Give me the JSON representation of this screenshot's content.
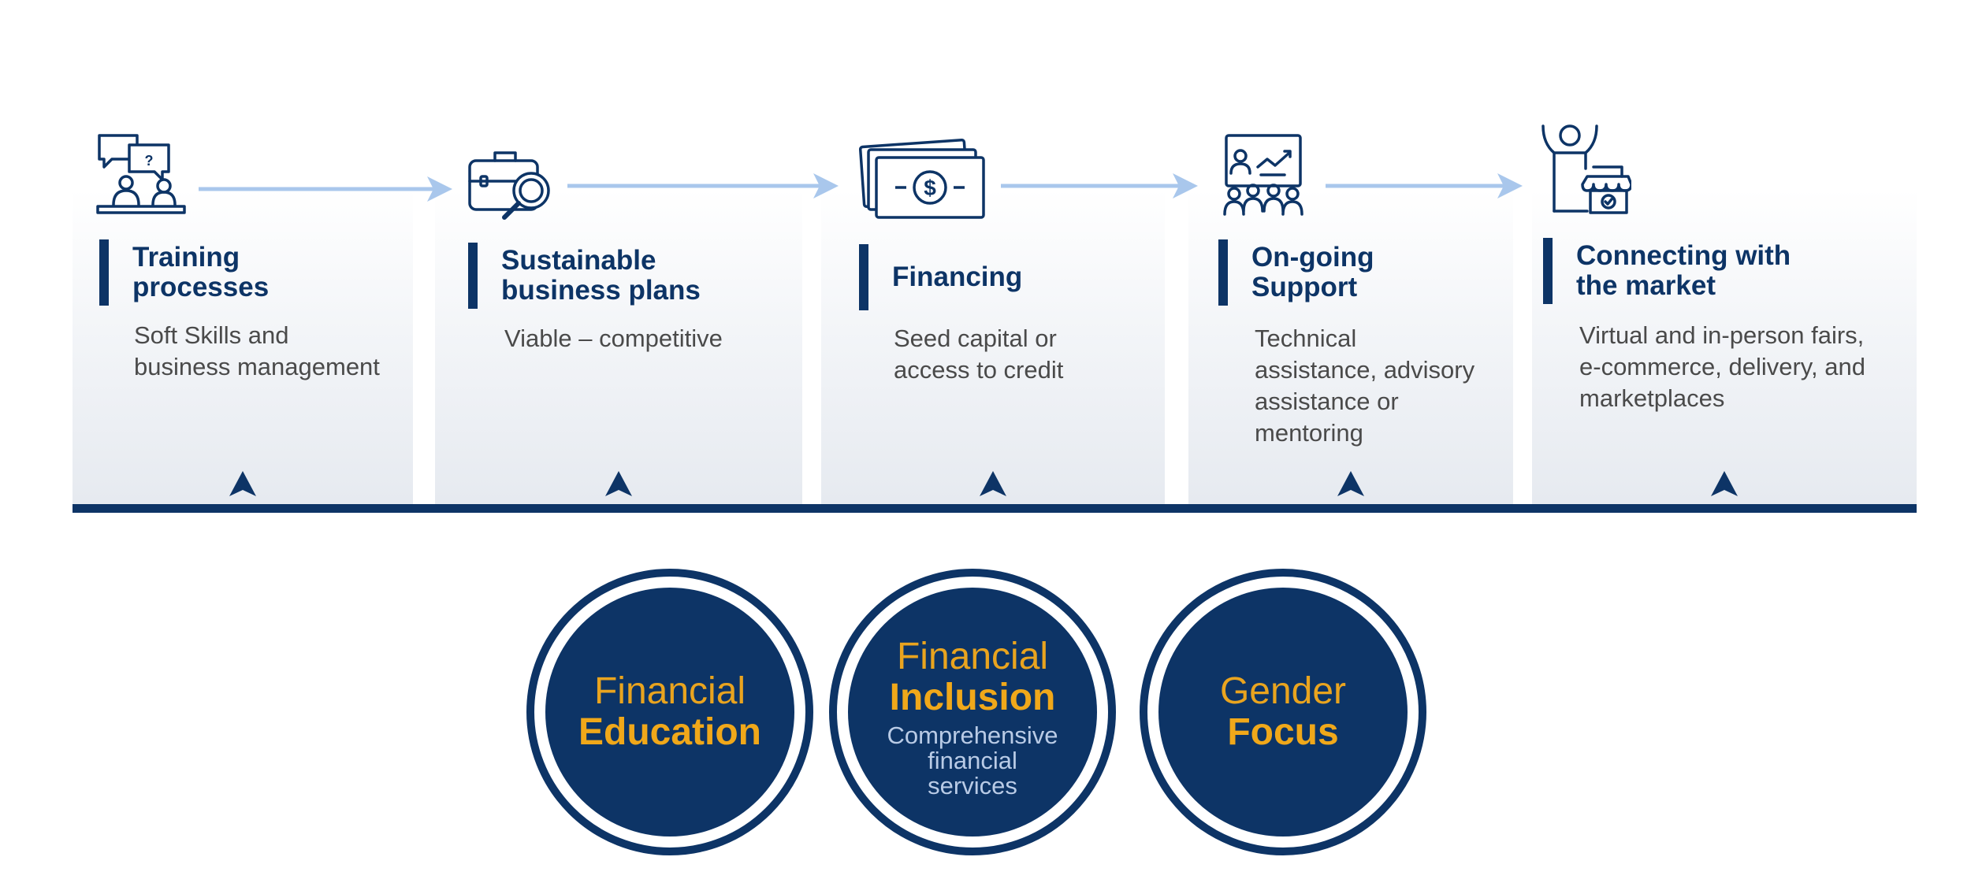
{
  "steps": [
    {
      "title": "Training\nprocesses",
      "description": "Soft Skills and\nbusiness management",
      "icon": "training-meeting-icon"
    },
    {
      "title": "Sustainable\nbusiness plans",
      "description": "Viable – competitive",
      "icon": "briefcase-magnifier-icon"
    },
    {
      "title": "Financing",
      "description": "Seed capital or\naccess to credit",
      "icon": "money-bills-icon"
    },
    {
      "title": "On-going\nSupport",
      "description": "Technical\nassistance, advisory\nassistance or\nmentoring",
      "icon": "presentation-group-icon"
    },
    {
      "title": "Connecting with\nthe market",
      "description": "Virtual and in-person fairs,\ne-commerce, delivery, and\nmarketplaces",
      "icon": "vendor-shop-icon"
    }
  ],
  "pillars": [
    {
      "light": "Financial",
      "bold": "Education",
      "sub": ""
    },
    {
      "light": "Financial",
      "bold": "Inclusion",
      "sub": "Comprehensive\nfinancial\nservices"
    },
    {
      "light": "Gender",
      "bold": "Focus",
      "sub": ""
    }
  ],
  "colors": {
    "navy": "#0d3466",
    "arrow_light_blue": "#a9c7ec",
    "gold": "#f0a81a",
    "subtext_light_blue": "#b9cbe6",
    "panel_gradient_end": "#e6eaf0"
  }
}
